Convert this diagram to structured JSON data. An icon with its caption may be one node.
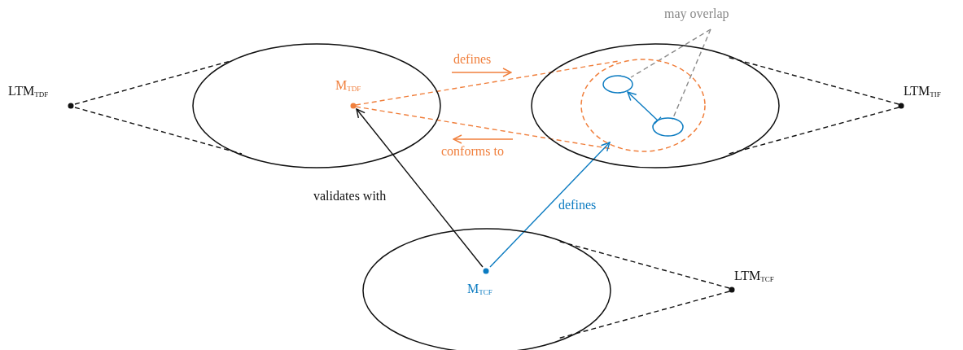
{
  "diagram": {
    "nodes": [
      {
        "text": [
          "LTM$_{TDF}$"
        ]
      },
      {
        "text": [],
        "shape": "ellipse"
      },
      {
        "text": [
          "M$_{TDF}$"
        ],
        "in": 1
      },
      {
        "text": [],
        "shape": "ellipse"
      },
      {
        "text": [
          "LTM$_{TIF}$"
        ]
      },
      {
        "text": [],
        "shape": "ellipse",
        "in": 3
      },
      {
        "text": [],
        "shape": "ellipse",
        "in": 5
      },
      {
        "text": [],
        "shape": "ellipse",
        "in": 5
      },
      {
        "text": [
          "may overlap"
        ]
      },
      {
        "text": [],
        "shape": "ellipse"
      },
      {
        "text": [
          "M$_{TCF}$"
        ],
        "in": 9
      },
      {
        "text": [
          "LTM$_{TCF}$"
        ]
      }
    ],
    "edges": [
      {
        "from": 0,
        "to": 1,
        "arrow": "none",
        "style": "dashed"
      },
      {
        "from": 0,
        "to": 1,
        "arrow": "none",
        "style": "dashed"
      },
      {
        "from": 4,
        "to": 3,
        "arrow": "none",
        "style": "dashed"
      },
      {
        "from": 4,
        "to": 3,
        "arrow": "none",
        "style": "dashed"
      },
      {
        "from": 11,
        "to": 9,
        "arrow": "none",
        "style": "dashed"
      },
      {
        "from": 11,
        "to": 9,
        "arrow": "none",
        "style": "dashed"
      },
      {
        "from": 2,
        "to": 5,
        "arrow": "none",
        "style": "dashed",
        "color": "#f07f3c",
        "label": "defines"
      },
      {
        "from": 2,
        "to": 5,
        "arrow": "none",
        "style": "dashed",
        "color": "#f07f3c",
        "label": "conforms to"
      },
      {
        "from": 10,
        "to": 2,
        "arrow": "to",
        "label": "validates with"
      },
      {
        "from": 10,
        "to": 5,
        "arrow": "to",
        "color": "#0b7bc1",
        "label": "defines"
      },
      {
        "from": 7,
        "to": 6,
        "arrow": "to",
        "color": "#0b7bc1"
      },
      {
        "from": 8,
        "to": 6,
        "arrow": "none",
        "style": "dashed",
        "color": "#8a8a8a"
      },
      {
        "from": 8,
        "to": 7,
        "arrow": "none",
        "style": "dashed",
        "color": "#8a8a8a"
      }
    ]
  }
}
